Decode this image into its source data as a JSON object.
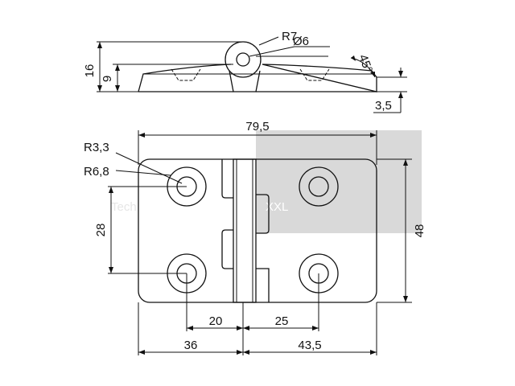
{
  "watermark": {
    "part1": "Tech",
    "part2": "XXL",
    "box_color": "#d9d9d9",
    "text_color": "#e6e6e6",
    "text2_color": "#ffffff"
  },
  "dimensions": {
    "total_height": "16",
    "leaf_height": "9",
    "knuckle_radius": "R7",
    "pin_diameter": "Ø6",
    "chamfer_angle": "45°",
    "leaf_thickness": "3,5",
    "overall_width": "79,5",
    "hole_radius": "R3,3",
    "countersink_radius": "R6,8",
    "hole_spacing_vertical": "28",
    "overall_height": "48",
    "left_hole_offset": "20",
    "right_hole_offset": "25",
    "left_leaf_width": "36",
    "right_leaf_width": "43,5"
  }
}
